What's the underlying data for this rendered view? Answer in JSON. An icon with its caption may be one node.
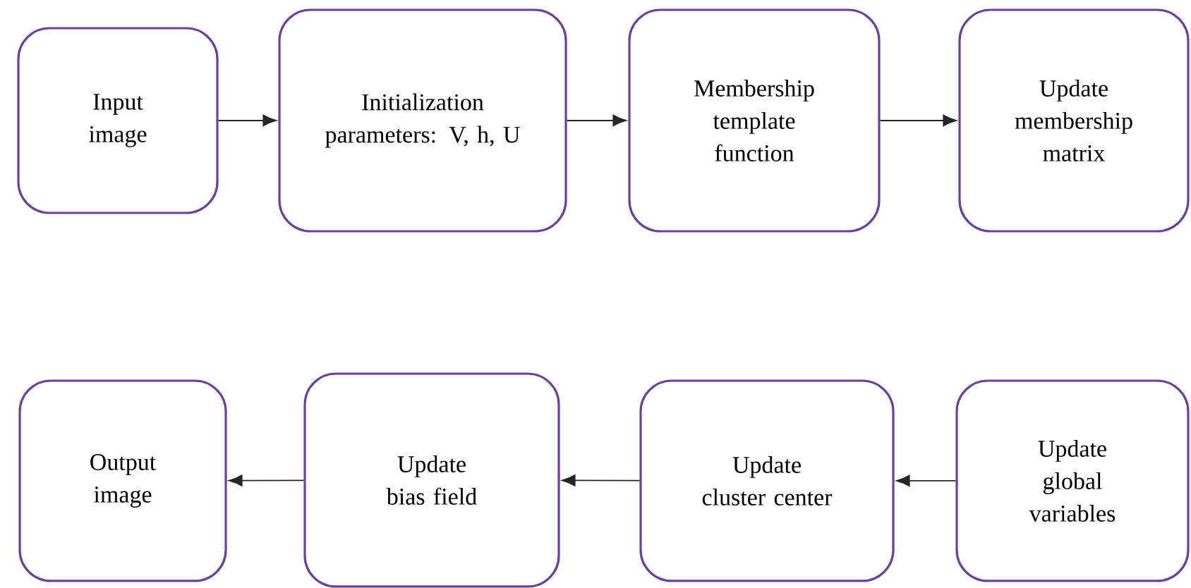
{
  "diagram": {
    "nodes": [
      {
        "text": [
          "Input image"
        ]
      },
      {
        "text": [
          "Initialization parameters: V, h, U"
        ]
      },
      {
        "text": [
          "Membership template function"
        ]
      },
      {
        "text": [
          "Update membership matrix"
        ]
      },
      {
        "text": [
          "Output image"
        ]
      },
      {
        "text": [
          "Update bias field"
        ]
      },
      {
        "text": [
          "Update cluster center"
        ]
      },
      {
        "text": [
          "Update global variables"
        ]
      }
    ],
    "edges": [
      {
        "from": 0,
        "to": 1,
        "arrow": "to"
      },
      {
        "from": 1,
        "to": 2,
        "arrow": "to"
      },
      {
        "from": 2,
        "to": 3,
        "arrow": "to"
      },
      {
        "from": 7,
        "to": 6,
        "arrow": "to"
      },
      {
        "from": 6,
        "to": 5,
        "arrow": "to"
      },
      {
        "from": 5,
        "to": 4,
        "arrow": "to"
      }
    ]
  }
}
